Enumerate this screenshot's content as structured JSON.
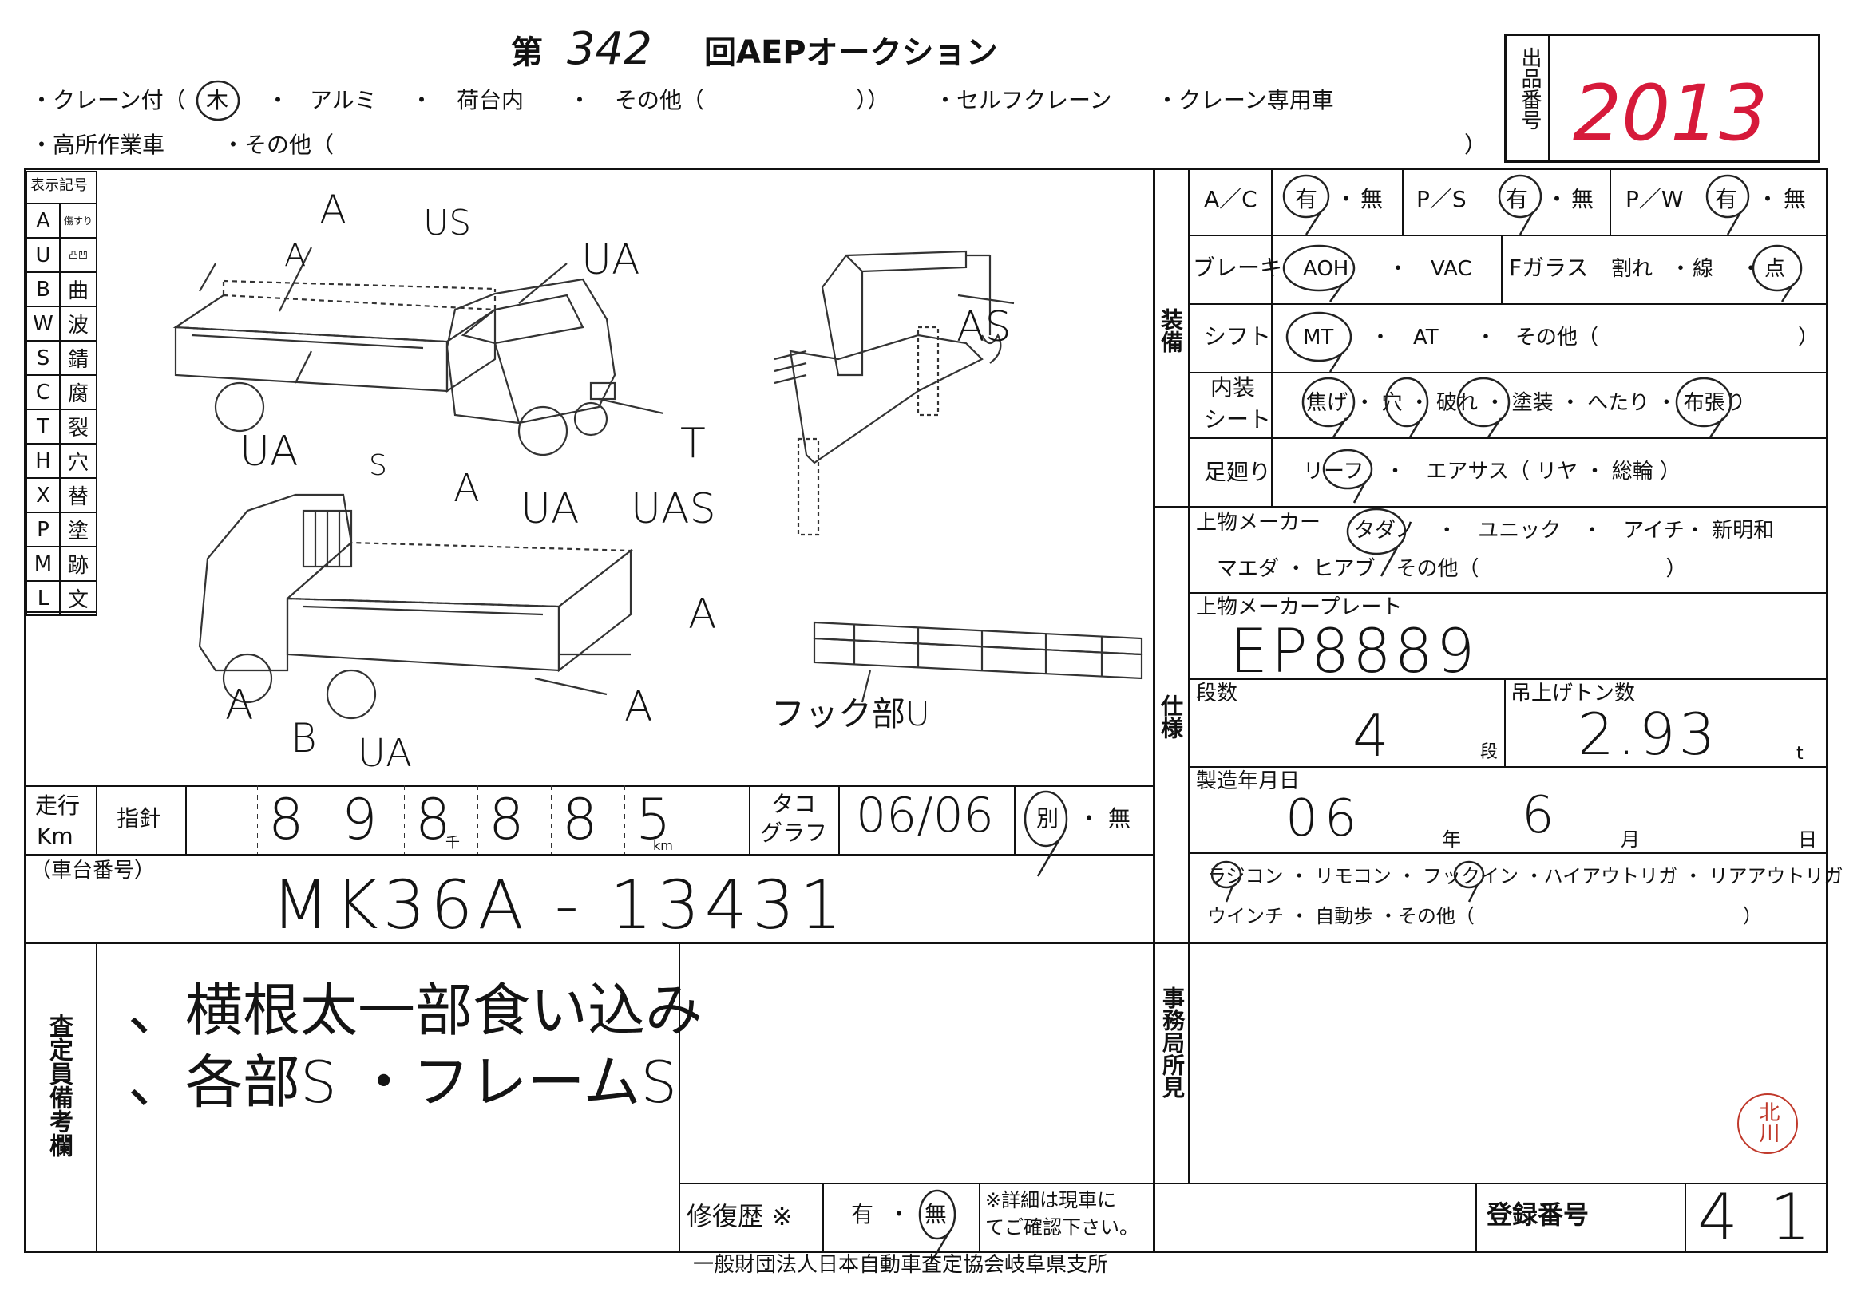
{
  "header": {
    "dai": "第",
    "auction_number": "342",
    "title": "回AEPオークション",
    "crane_options": {
      "crane_tsuki": "・クレーン付（",
      "wood": "木",
      "dot1": "・",
      "alumi": "アルミ",
      "dot2": "・",
      "nidai": "荷台内",
      "dot3": "・",
      "sonota": "その他（",
      "close": "））",
      "self_crane": "・セルフクレーン",
      "crane_only": "・クレーン専用車"
    },
    "row2": {
      "aerial": "・高所作業車",
      "other": "・その他（",
      "close": "）"
    }
  },
  "lot": {
    "label": "出品番号",
    "number": "2013"
  },
  "legend": {
    "title": "表示記号",
    "rows": [
      {
        "code": "A",
        "meaning": "傷すり"
      },
      {
        "code": "U",
        "meaning": "凸凹"
      },
      {
        "code": "B",
        "meaning": "曲"
      },
      {
        "code": "W",
        "meaning": "波"
      },
      {
        "code": "S",
        "meaning": "錆"
      },
      {
        "code": "C",
        "meaning": "腐"
      },
      {
        "code": "T",
        "meaning": "裂"
      },
      {
        "code": "H",
        "meaning": "穴"
      },
      {
        "code": "X",
        "meaning": "替"
      },
      {
        "code": "P",
        "meaning": "塗"
      },
      {
        "code": "M",
        "meaning": "跡"
      },
      {
        "code": "L",
        "meaning": "文"
      }
    ]
  },
  "diagram_marks": {
    "a1": "A",
    "us": "US",
    "ua1": "UA",
    "a_tl": "A",
    "ua_left": "UA",
    "ua_front": "UA",
    "uas": "UAS",
    "t": "T",
    "a_mid": "A",
    "s": "S",
    "a_right": "A",
    "a_bottom_r": "A",
    "a_bl": "A",
    "b": "B",
    "ua_b": "UA",
    "as": "AS",
    "hook": "フック部U"
  },
  "odometer": {
    "label_top": "走行",
    "label_bottom": "Km",
    "shishin": "指針",
    "digits": [
      "8",
      "9",
      "8",
      "8",
      "8",
      "5"
    ],
    "thousand_unit": "千",
    "km_unit": "km",
    "tacho_label_1": "タコ",
    "tacho_label_2": "グラフ",
    "tacho_value": "06/06",
    "betsu": "別",
    "dot": "・",
    "nashi": "無"
  },
  "chassis": {
    "label": "（車台番号）",
    "number": "MK36A - 13431"
  },
  "remarks": {
    "label": "査定員備考欄",
    "line1": "、横根太一部食い込み",
    "line2": "、各部S ・フレームS"
  },
  "repair": {
    "label": "修復歴 ※",
    "yes": "有",
    "dot": "・",
    "no": "無",
    "note_1": "※詳細は現車に",
    "note_2": "てご確認下さい。"
  },
  "office": {
    "label": "事務局所見"
  },
  "registration": {
    "label": "登録番号",
    "value": "41"
  },
  "equipment": {
    "section_label": "装備",
    "ac": {
      "label": "A／C",
      "yes": "有",
      "dot": "・",
      "no": "無"
    },
    "ps": {
      "label": "P／S",
      "yes": "有",
      "dot": "・",
      "no": "無"
    },
    "pw": {
      "label": "P／W",
      "yes": "有",
      "dot": "・",
      "no": "無"
    },
    "brake": {
      "label": "ブレーキ",
      "aoh": "AOH",
      "dot": "・",
      "vac": "VAC"
    },
    "glass": {
      "label": "Fガラス",
      "ware": "割れ",
      "dot1": "・",
      "sen": "線",
      "dot2": "・",
      "ten": "点"
    },
    "shift": {
      "label": "シフト",
      "mt": "MT",
      "dot1": "・",
      "at": "AT",
      "dot2": "・",
      "other": "その他（",
      "close": "）"
    },
    "interior": {
      "label1": "内装",
      "label2": "シート",
      "items": "焦げ ・ 穴 ・ 破れ ・ 塗装 ・ へたり ・ 布張り"
    },
    "suspension": {
      "label": "足廻り",
      "items": "リーフ　・　エアサス（ リヤ ・ 総輪 ）"
    }
  },
  "spec": {
    "section_label": "仕様",
    "maker_label": "上物メーカー",
    "maker_line1": "タダノ　・　ユニック　・　アイチ・ 新明和",
    "maker_line2": "マエダ ・ ヒアブ　その他（　　　　　　　　　）",
    "plate_label": "上物メーカープレート",
    "plate_value": "EP8889",
    "stages_label": "段数",
    "stages_value": "4",
    "stages_unit": "段",
    "ton_label": "吊上げトン数",
    "ton_value": "2.93",
    "ton_unit": "t",
    "date_label": "製造年月日",
    "year": "06",
    "year_unit": "年",
    "month": "6",
    "month_unit": "月",
    "day_unit": "日",
    "options_line1": "ラジコン ・ リモコン ・ フックイン ・ハイアウトリガ ・ リアアウトリガ",
    "options_line2": "ウインチ ・ 自動歩 ・その他（　　　　　　　　　　　　　　）"
  },
  "footer": {
    "association": "一般財団法人日本自動車査定協会岐阜県支所",
    "seal": "北川"
  }
}
